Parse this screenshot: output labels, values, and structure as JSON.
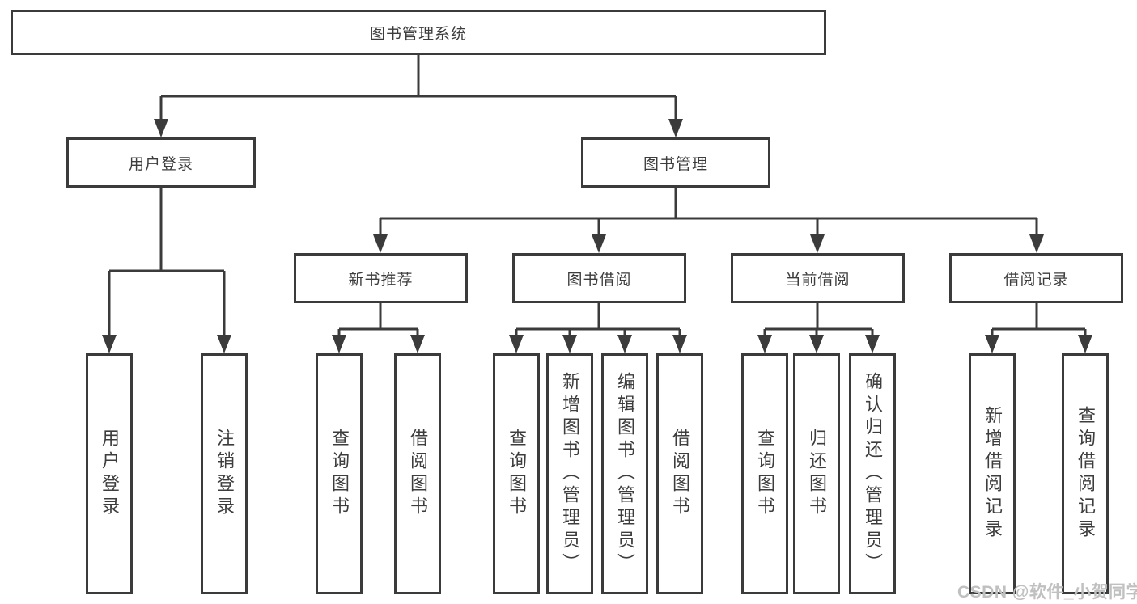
{
  "diagram_title": "图书管理系统",
  "tree": {
    "root": {
      "label": "图书管理系统",
      "children": [
        {
          "label": "用户登录",
          "children": [
            {
              "label": "用户登录"
            },
            {
              "label": "注销登录"
            }
          ]
        },
        {
          "label": "图书管理",
          "children": [
            {
              "label": "新书推荐",
              "children": [
                {
                  "label": "查询图书"
                },
                {
                  "label": "借阅图书"
                }
              ]
            },
            {
              "label": "图书借阅",
              "children": [
                {
                  "label": "查询图书"
                },
                {
                  "label": "新增图书（管理员）"
                },
                {
                  "label": "编辑图书（管理员）"
                },
                {
                  "label": "借阅图书"
                }
              ]
            },
            {
              "label": "当前借阅",
              "children": [
                {
                  "label": "查询图书"
                },
                {
                  "label": "归还图书"
                },
                {
                  "label": "确认归还（管理员）"
                }
              ]
            },
            {
              "label": "借阅记录",
              "children": [
                {
                  "label": "新增借阅记录"
                },
                {
                  "label": "查询借阅记录"
                }
              ]
            }
          ]
        }
      ]
    }
  },
  "watermark": {
    "text": "CSDN @软件_小贺同学"
  },
  "colors": {
    "line": "#3b3b3b",
    "node_border": "#3b3b3b",
    "node_background": "#ffffff",
    "text": "#3d3d3d",
    "watermark": "#c0c0c0"
  }
}
